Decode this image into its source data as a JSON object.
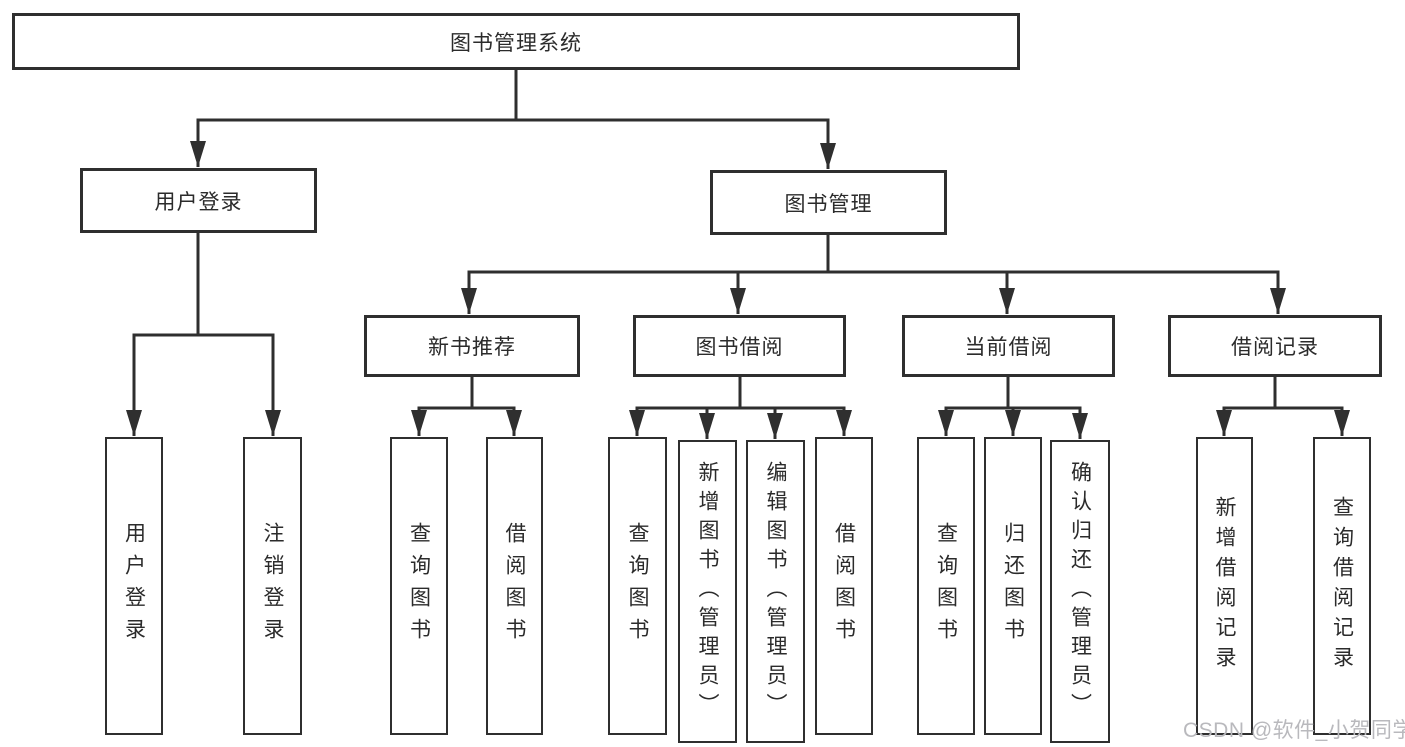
{
  "diagram_title": "图书管理系统",
  "tree": {
    "root": "图书管理系统",
    "children": [
      {
        "label": "用户登录",
        "children": [
          "用户登录",
          "注销登录"
        ]
      },
      {
        "label": "图书管理",
        "children": [
          {
            "label": "新书推荐",
            "children": [
              "查询图书",
              "借阅图书"
            ]
          },
          {
            "label": "图书借阅",
            "children": [
              "查询图书",
              "新增图书（管理员）",
              "编辑图书（管理员）",
              "借阅图书"
            ]
          },
          {
            "label": "当前借阅",
            "children": [
              "查询图书",
              "归还图书",
              "确认归还（管理员）"
            ]
          },
          {
            "label": "借阅记录",
            "children": [
              "新增借阅记录",
              "查询借阅记录"
            ]
          }
        ]
      }
    ]
  },
  "watermark": {
    "text": "CSDN @软件_小贺同学"
  },
  "colors": {
    "line": "#2f2f2f",
    "box_border": "#2f2f2f",
    "box_fill": "#ffffff",
    "text": "#2b2b2b",
    "watermark": "#b9b9bd",
    "background": "#ffffff"
  }
}
